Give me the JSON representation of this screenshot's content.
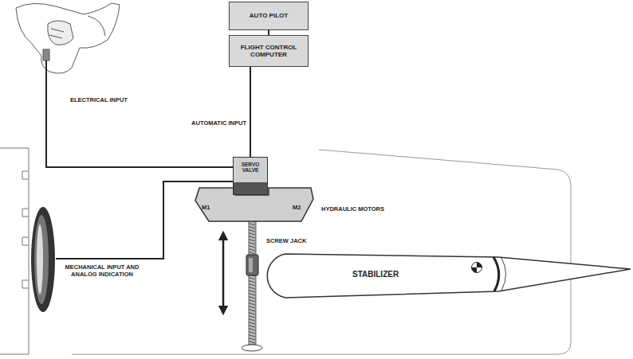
{
  "diagram": {
    "nodes": [
      {
        "text": [
          "AUTO PILOT"
        ]
      },
      {
        "text": [
          "FLIGHT CONTROL COMPUTER"
        ]
      },
      {
        "text": [
          "SERVO VALVE"
        ]
      },
      {
        "text": [
          "M1",
          "M2",
          "HYDRAULIC MOTORS"
        ]
      },
      {
        "text": [
          "STABILIZER"
        ]
      }
    ],
    "edges": [
      {
        "from": 0,
        "to": 1,
        "arrow": "none"
      },
      {
        "from": 1,
        "to": 2,
        "label": "AUTOMATIC INPUT",
        "arrow": "none"
      }
    ],
    "labels": [
      "ELECTRICAL INPUT",
      "MECHANICAL INPUT AND ANALOG INDICATION",
      "SCREW JACK"
    ]
  }
}
